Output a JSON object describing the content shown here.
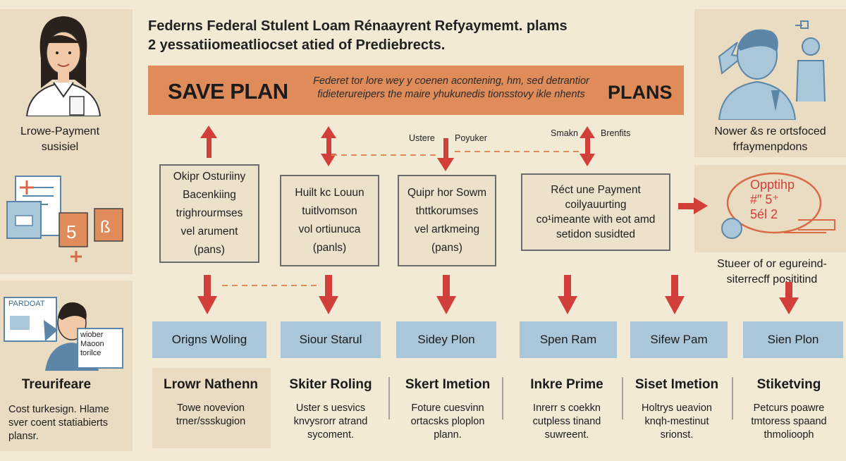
{
  "title": {
    "line1": "Federns Federal Stulent Loam Rénaayrent Refyaymemt. plams",
    "line2": "2 yessatiiomeatliocset atied of Prediebrects."
  },
  "banner": {
    "left": "SAVE PLAN",
    "right": "PLANS",
    "middle": "Federet tor lore wey y coenen acontening, hm, sed detrantior\nfidieterureipers the maire yhukunedis tionsstovy ikle nhents"
  },
  "arrow_labels": {
    "a": "Ustere",
    "b": "Poyuker",
    "c": "Smakn",
    "d": "Brenfits"
  },
  "left_sidebar": {
    "top_label": "Lrowe-Payment\nsusisiel",
    "bottom_label": "Treurifeare",
    "bottom_text": "Cost turkesign. Hlame\nsver coent statiabierts\nplansr.",
    "badge": "PARDOAT",
    "sign": "wiober\nMaoon\ntorilce"
  },
  "right_sidebar": {
    "top_label": "Nower &s re ortsfoced\nfrfaymenpdons",
    "mid_text": "Stueer of or egureind-\nsiterrecff posititind",
    "sketch_text": "Opptihp\n#″ 5⁺\n5él  2"
  },
  "mid_boxes": [
    "Okipr Osturiiny\nBacenkiing\ntrighrourmses\nvel arument\n(pans)",
    "Huilt kc Louun\ntuitlvomson\nvol ortiunuca\n(panls)",
    "Quipr hor Sowm\nthttkorumses\nvel artkmeing\n(pans)",
    "Réct une Payment\ncoilyauurting\nco¹imeante with eot amd\nsetidon susidted"
  ],
  "plans": [
    "Origns Woling",
    "Siour Starul",
    "Sidey Plon",
    "Spen Ram",
    "Sifew Pam",
    "Sien Plon"
  ],
  "columns": [
    {
      "title": "Lrowr Nathenn",
      "text": "Towe novevion\ntrner/ssskugion"
    },
    {
      "title": "Skiter Roling",
      "text": "Uster s uesvics\nknvysrorr atrand\nsycoment."
    },
    {
      "title": "Skert Imetion",
      "text": "Foture cuesvinn\nortacsks ploplon\nplann."
    },
    {
      "title": "Inkre Prime",
      "text": "Inrerr s coekkn\ncutpless tinand\nsuwreent."
    },
    {
      "title": "Siset Imetion",
      "text": "Holtrys ueavion\nknqh-mestinut\nsrionst."
    },
    {
      "title": "Stiketving",
      "text": "Petcurs poawre\ntmtoress spaand\nthmoliooph"
    }
  ],
  "colors": {
    "background": "#f3ead6",
    "panel": "#e9dcc2",
    "banner": "#df8c5a",
    "arrow": "#d23f3a",
    "plan_box": "#a9c7d8"
  }
}
